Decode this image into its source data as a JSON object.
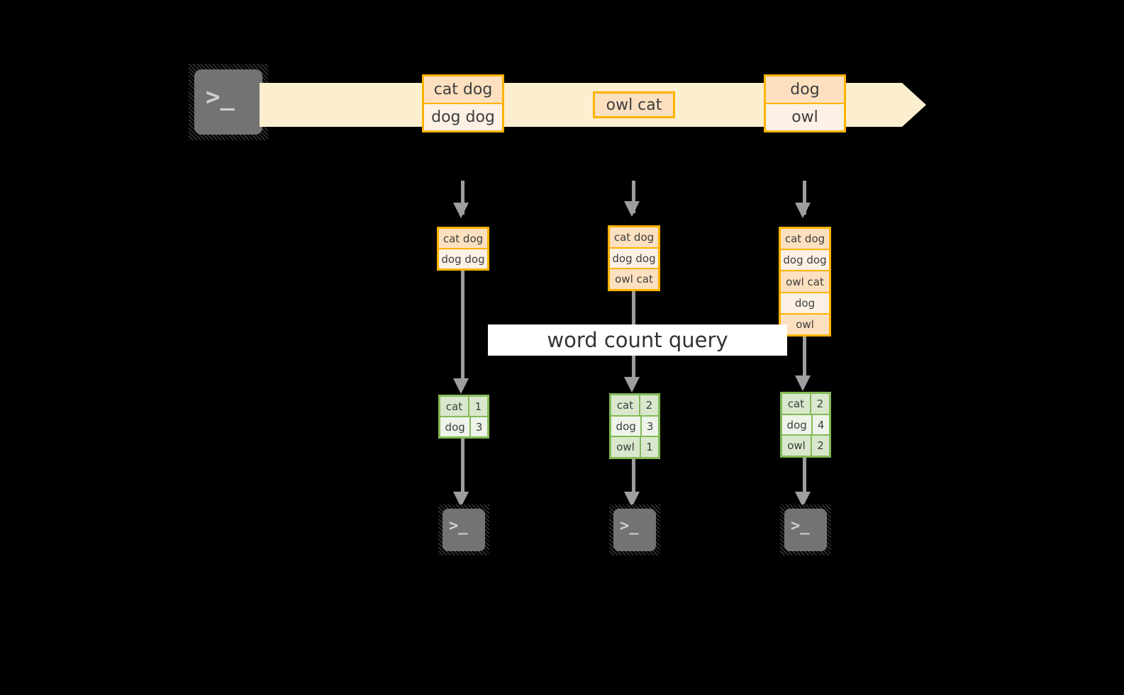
{
  "diagram": {
    "title_label": "word count query",
    "colors": {
      "background": "#000000",
      "stream_band": "#fcefd0",
      "orange_border": "#ffb300",
      "orange_fill_dark": "#fde0c0",
      "orange_fill_light": "#fdf1e6",
      "green_border": "#84ba58",
      "green_fill_dark": "#d9e8cc",
      "green_fill_light": "#eef4e9",
      "arrow_gray": "#9e9e9e",
      "terminal_gray": "#737373",
      "text": "#3d3d3d",
      "label_bg": "#ffffff"
    },
    "source_terminal": {
      "icon": "terminal-prompt-icon",
      "glyph": ">_"
    },
    "stream": {
      "events": [
        {
          "id": "event-1",
          "lines": [
            "cat dog",
            "dog dog"
          ]
        },
        {
          "id": "event-2",
          "lines": [
            "owl cat"
          ]
        },
        {
          "id": "event-3",
          "lines": [
            "dog",
            "owl"
          ]
        }
      ]
    },
    "snapshots": [
      {
        "id": "snapshot-1",
        "table_lines": [
          "cat dog",
          "dog dog"
        ],
        "result": {
          "headers": null,
          "rows": [
            [
              "cat",
              "1"
            ],
            [
              "dog",
              "3"
            ]
          ]
        },
        "sink_terminal": {
          "icon": "terminal-prompt-icon",
          "glyph": ">_"
        }
      },
      {
        "id": "snapshot-2",
        "table_lines": [
          "cat dog",
          "dog dog",
          "owl cat"
        ],
        "result": {
          "headers": null,
          "rows": [
            [
              "cat",
              "2"
            ],
            [
              "dog",
              "3"
            ],
            [
              "owl",
              "1"
            ]
          ]
        },
        "sink_terminal": {
          "icon": "terminal-prompt-icon",
          "glyph": ">_"
        }
      },
      {
        "id": "snapshot-3",
        "table_lines": [
          "cat dog",
          "dog dog",
          "owl cat",
          "dog",
          "owl"
        ],
        "result": {
          "headers": null,
          "rows": [
            [
              "cat",
              "2"
            ],
            [
              "dog",
              "4"
            ],
            [
              "owl",
              "2"
            ]
          ]
        },
        "sink_terminal": {
          "icon": "terminal-prompt-icon",
          "glyph": ">_"
        }
      }
    ]
  }
}
